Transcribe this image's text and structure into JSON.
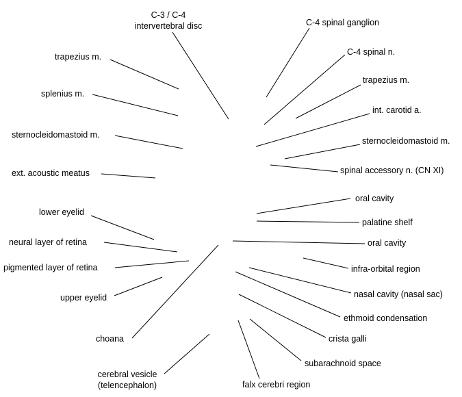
{
  "labels": {
    "c3_c4_disc": [
      "C-3 / C-4",
      "intervertebral disc"
    ],
    "c4_spinal_ganglion": "C-4 spinal ganglion",
    "c4_spinal_n": "C-4 spinal n.",
    "trapezius_left": "trapezius m.",
    "trapezius_right": "trapezius m.",
    "splenius": "splenius m.",
    "int_carotid": "int. carotid a.",
    "sternocleidomastoid_left": "sternocleidomastoid m.",
    "sternocleidomastoid_right": "sternocleidomastoid m.",
    "ext_acoustic_meatus": "ext. acoustic meatus",
    "spinal_accessory": "spinal accessory n. (CN XI)",
    "oral_cavity_1": "oral cavity",
    "lower_eyelid": "lower eyelid",
    "palatine_shelf": "palatine shelf",
    "neural_retina": "neural layer of retina",
    "oral_cavity_2": "oral cavity",
    "pigmented_retina": "pigmented layer of retina",
    "infra_orbital": "infra-orbital region",
    "upper_eyelid": "upper eyelid",
    "nasal_cavity": "nasal cavity (nasal sac)",
    "ethmoid": "ethmoid condensation",
    "choana": "choana",
    "crista_galli": "crista galli",
    "subarachnoid": "subarachnoid space",
    "cerebral_vesicle": [
      "cerebral vesicle",
      "(telencephalon)"
    ],
    "falx_cerebri": "falx cerebri region"
  },
  "colors": {
    "line": "#000000",
    "text": "#000000",
    "background": "#ffffff"
  }
}
